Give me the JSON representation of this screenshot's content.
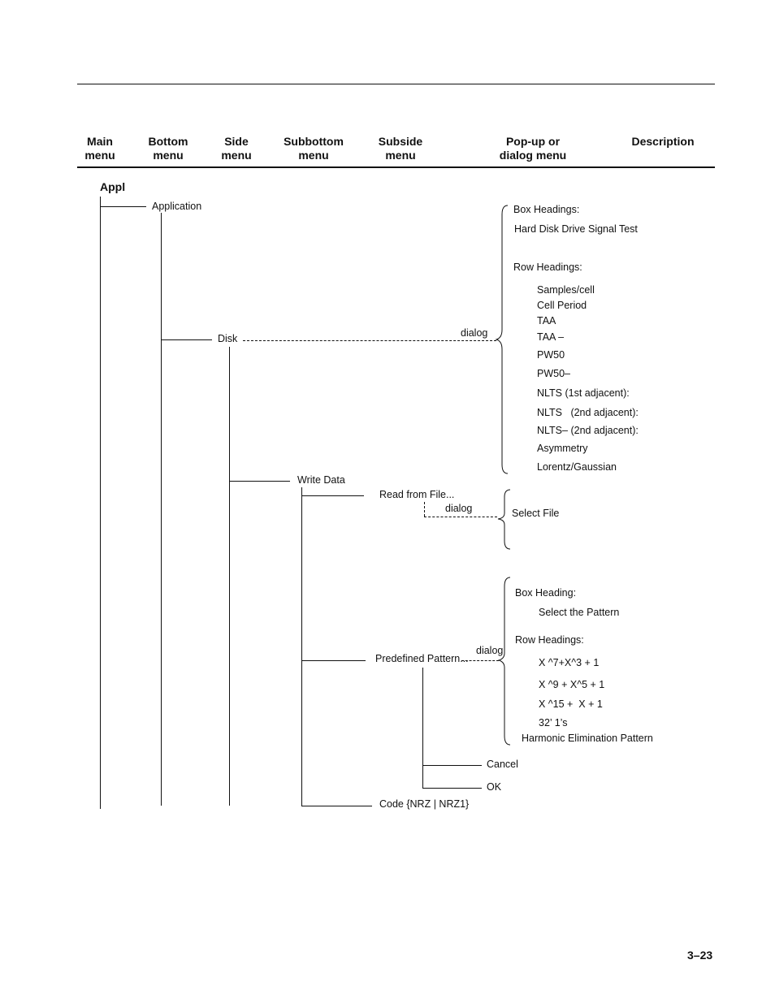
{
  "headers": {
    "main": "Main\nmenu",
    "bottom": "Bottom\nmenu",
    "side": "Side\nmenu",
    "subbottom": "Subbottom\nmenu",
    "subside": "Subside\nmenu",
    "popup": "Pop-up or\ndialog menu",
    "description": "Description"
  },
  "tree": {
    "main": "Appl",
    "bottom": "Application",
    "side": "Disk",
    "subbottom": "Write Data",
    "read_from_file": "Read from File...",
    "predefined_pattern": "Predefined Pattern...",
    "code": "Code {NRZ | NRZ1}",
    "cancel": "Cancel",
    "ok": "OK",
    "dialog1": "dialog",
    "dialog2": "dialog",
    "dialog3": "dialog"
  },
  "disk_dialog": {
    "box_headings_label": "Box Headings:",
    "box_heading_value": "Hard Disk Drive Signal Test",
    "row_headings_label": "Row Headings:",
    "rows": [
      "Samples/cell",
      "Cell Period",
      "TAA",
      "TAA –",
      "PW50",
      "PW50–",
      "NLTS (1st adjacent):",
      "NLTS   (2nd adjacent):",
      "NLTS– (2nd adjacent):",
      "Asymmetry",
      "Lorentz/Gaussian"
    ]
  },
  "file_dialog": {
    "item": "Select File"
  },
  "pattern_dialog": {
    "box_heading_label": "Box Heading:",
    "box_heading_value": "Select the Pattern",
    "row_headings_label": "Row Headings:",
    "rows": [
      "X ^7+X^3 + 1",
      "X ^9 + X^5 + 1",
      "X ^15 +  X + 1",
      "32’ 1’s"
    ],
    "last_row": "Harmonic Elimination Pattern"
  },
  "page_number": "3–23"
}
